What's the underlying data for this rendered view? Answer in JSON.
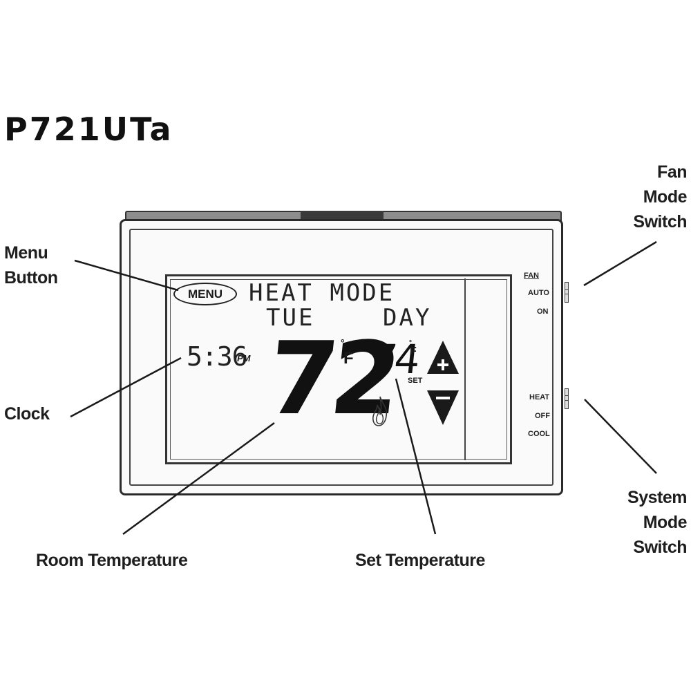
{
  "model": "P721UTa",
  "callouts": {
    "menu_button": [
      "Menu",
      "Button"
    ],
    "clock": "Clock",
    "room_temperature": "Room Temperature",
    "set_temperature": "Set Temperature",
    "fan_mode_switch": [
      "Fan",
      "Mode",
      "Switch"
    ],
    "system_mode_switch": [
      "System",
      "Mode",
      "Switch"
    ]
  },
  "display": {
    "menu_label": "MENU",
    "mode": "HEAT MODE",
    "day": "TUE",
    "period": "DAY",
    "clock_time": "5:36",
    "clock_ampm": "PM",
    "room_temp": "72",
    "room_deg": "°",
    "room_unit": "F",
    "set_temp": "74",
    "set_deg": "°",
    "set_unit": "F",
    "set_label": "SET",
    "heating_indicator": "flame-icon"
  },
  "fan_switch": {
    "title": "FAN",
    "options": [
      "AUTO",
      "ON"
    ]
  },
  "system_switch": {
    "options": [
      "HEAT",
      "OFF",
      "COOL"
    ]
  }
}
